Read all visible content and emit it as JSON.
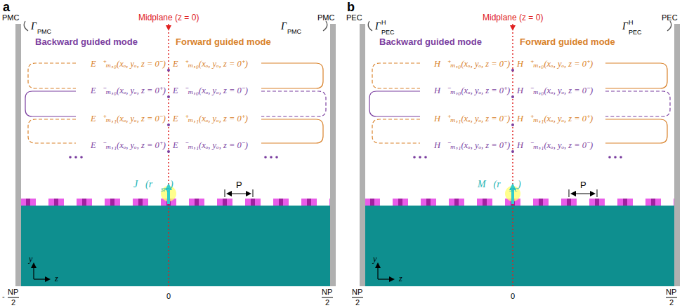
{
  "diagram": {
    "labels": [
      "a",
      "PMC",
      "PMC",
      "Midplane (z = 0)",
      "Backward guided mode",
      "Forward guided mode",
      "E⃗⁺ₘ,₀(xₒ, yₒ, z = 0⁻)",
      "E⃗⁺ₘ,₀(xₒ, yₒ, z = 0⁺)",
      "E⃗⁻ₘ,₀(xₒ, yₒ, z = 0⁺)",
      "E⃗⁻ₘ,₀(xₒ, yₒ, z = 0⁻)",
      "E⃗⁺ₘ,₁(xₒ, yₒ, z = 0⁻)",
      "E⃗⁺ₘ,₁(xₒ, yₒ, z = 0⁺)",
      "E⃗⁻ₘ,₁(xₒ, yₒ, z = 0⁺)",
      "E⃗⁻ₘ,₁(xₒ, yₒ, z = 0⁻)",
      "J⃗(r⃗",
      "src",
      ")",
      "P",
      "y",
      "z",
      "-",
      "NP",
      "2",
      "0",
      "NP",
      "2",
      "Γ",
      "PMC",
      "Γ",
      "PMC",
      "b",
      "PEC",
      "PEC",
      "Midplane (z = 0)",
      "Backward guided mode",
      "Forward guided mode",
      "H⃗⁺ₘ,₀(xₒ, yₒ, z = 0⁻)",
      "H⃗⁺ₘ,₀(xₒ, yₒ, z = 0⁺)",
      "H⃗⁻ₘ,₀(xₒ, yₒ, z = 0⁺)",
      "H⃗⁻ₘ,₀(xₒ, yₒ, z = 0⁻)",
      "H⃗⁺ₘ,₁(xₒ, yₒ, z = 0⁻)",
      "H⃗⁺ₘ,₁(xₒ, yₒ, z = 0⁺)",
      "H⃗⁻ₘ,₁(xₒ, yₒ, z = 0⁺)",
      "H⃗⁻ₘ,₁(xₒ, yₒ, z = 0⁻)",
      "M⃗(r⃗",
      "src",
      ")",
      "P",
      "y",
      "z",
      "NP",
      "2",
      "0",
      "NP",
      "2",
      "Γ",
      "H",
      "PEC",
      "Γ",
      "H",
      "PEC"
    ]
  }
}
